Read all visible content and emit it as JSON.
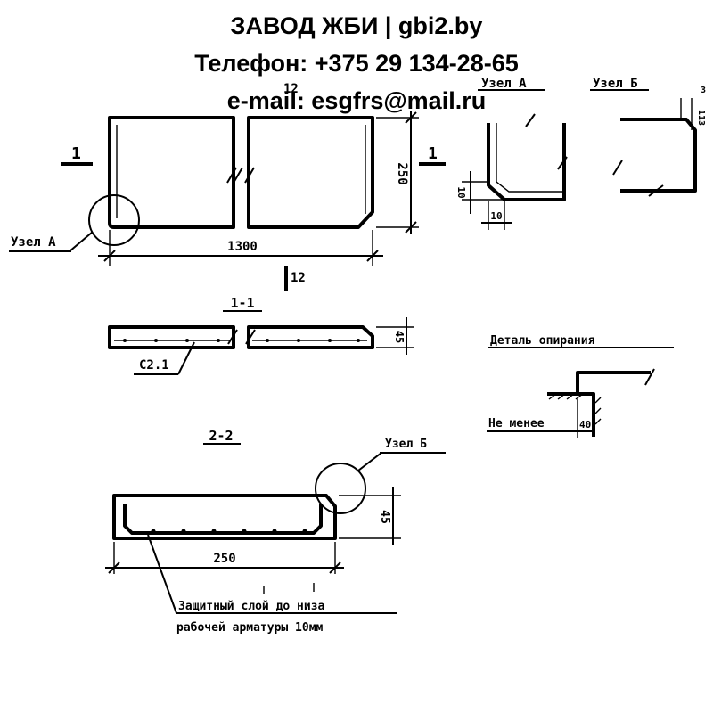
{
  "header": {
    "line1": "ЗАВОД ЖБИ | gbi2.by",
    "line2": "Телефон: +375 29 134-28-65",
    "line3": "e-mail: esgfrs@mail.ru"
  },
  "drawing": {
    "plan": {
      "section_mark_left": "1",
      "section_mark_right": "1",
      "top_mark": "12",
      "dim_width": "1300",
      "dim_height": "250",
      "section_b_mark": "12",
      "callout_node_a": "Узел А"
    },
    "node_a": {
      "title": "Узел А",
      "dim_vertical": "10",
      "dim_horizontal": "10"
    },
    "node_b": {
      "title": "Узел Б",
      "dim_top": "3",
      "dim_side": "113"
    },
    "section_1_1": {
      "title": "1-1",
      "dim_height": "45",
      "mesh_label": "С2.1"
    },
    "support_detail": {
      "title": "Деталь опирания",
      "note": "Не менее",
      "dim_value": "40"
    },
    "section_2_2": {
      "title": "2-2",
      "callout_node_b": "Узел Б",
      "dim_height": "45",
      "dim_width": "250",
      "note_line1": "Защитный слой до низа",
      "note_line2": "рабочей арматуры 10мм"
    }
  }
}
